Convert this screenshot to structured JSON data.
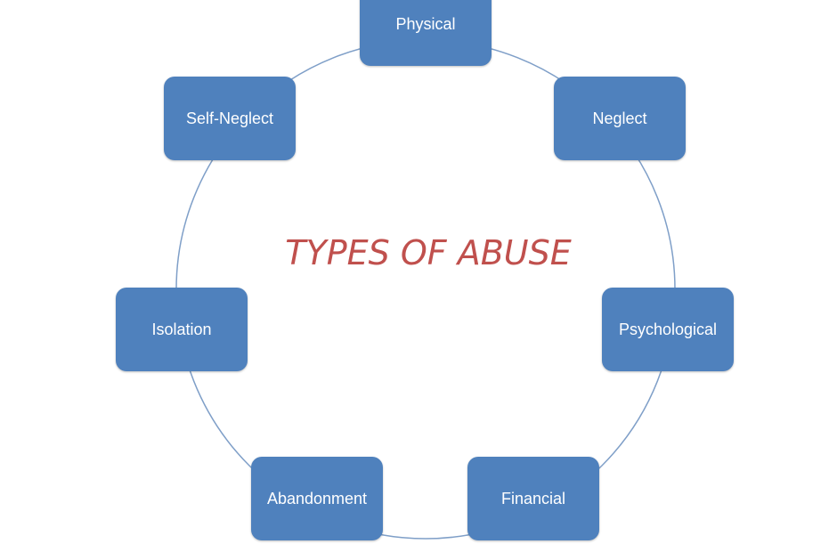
{
  "diagram": {
    "title": "TYPES OF ABUSE",
    "nodes": [
      {
        "label": "Physical"
      },
      {
        "label": "Neglect"
      },
      {
        "label": "Psychological"
      },
      {
        "label": "Financial"
      },
      {
        "label": "Abandonment"
      },
      {
        "label": "Isolation"
      },
      {
        "label": "Self-Neglect"
      }
    ],
    "colors": {
      "node_fill": "#4f81bd",
      "node_text": "#ffffff",
      "ring": "#7f9fc8",
      "title": "#c0504d"
    }
  }
}
